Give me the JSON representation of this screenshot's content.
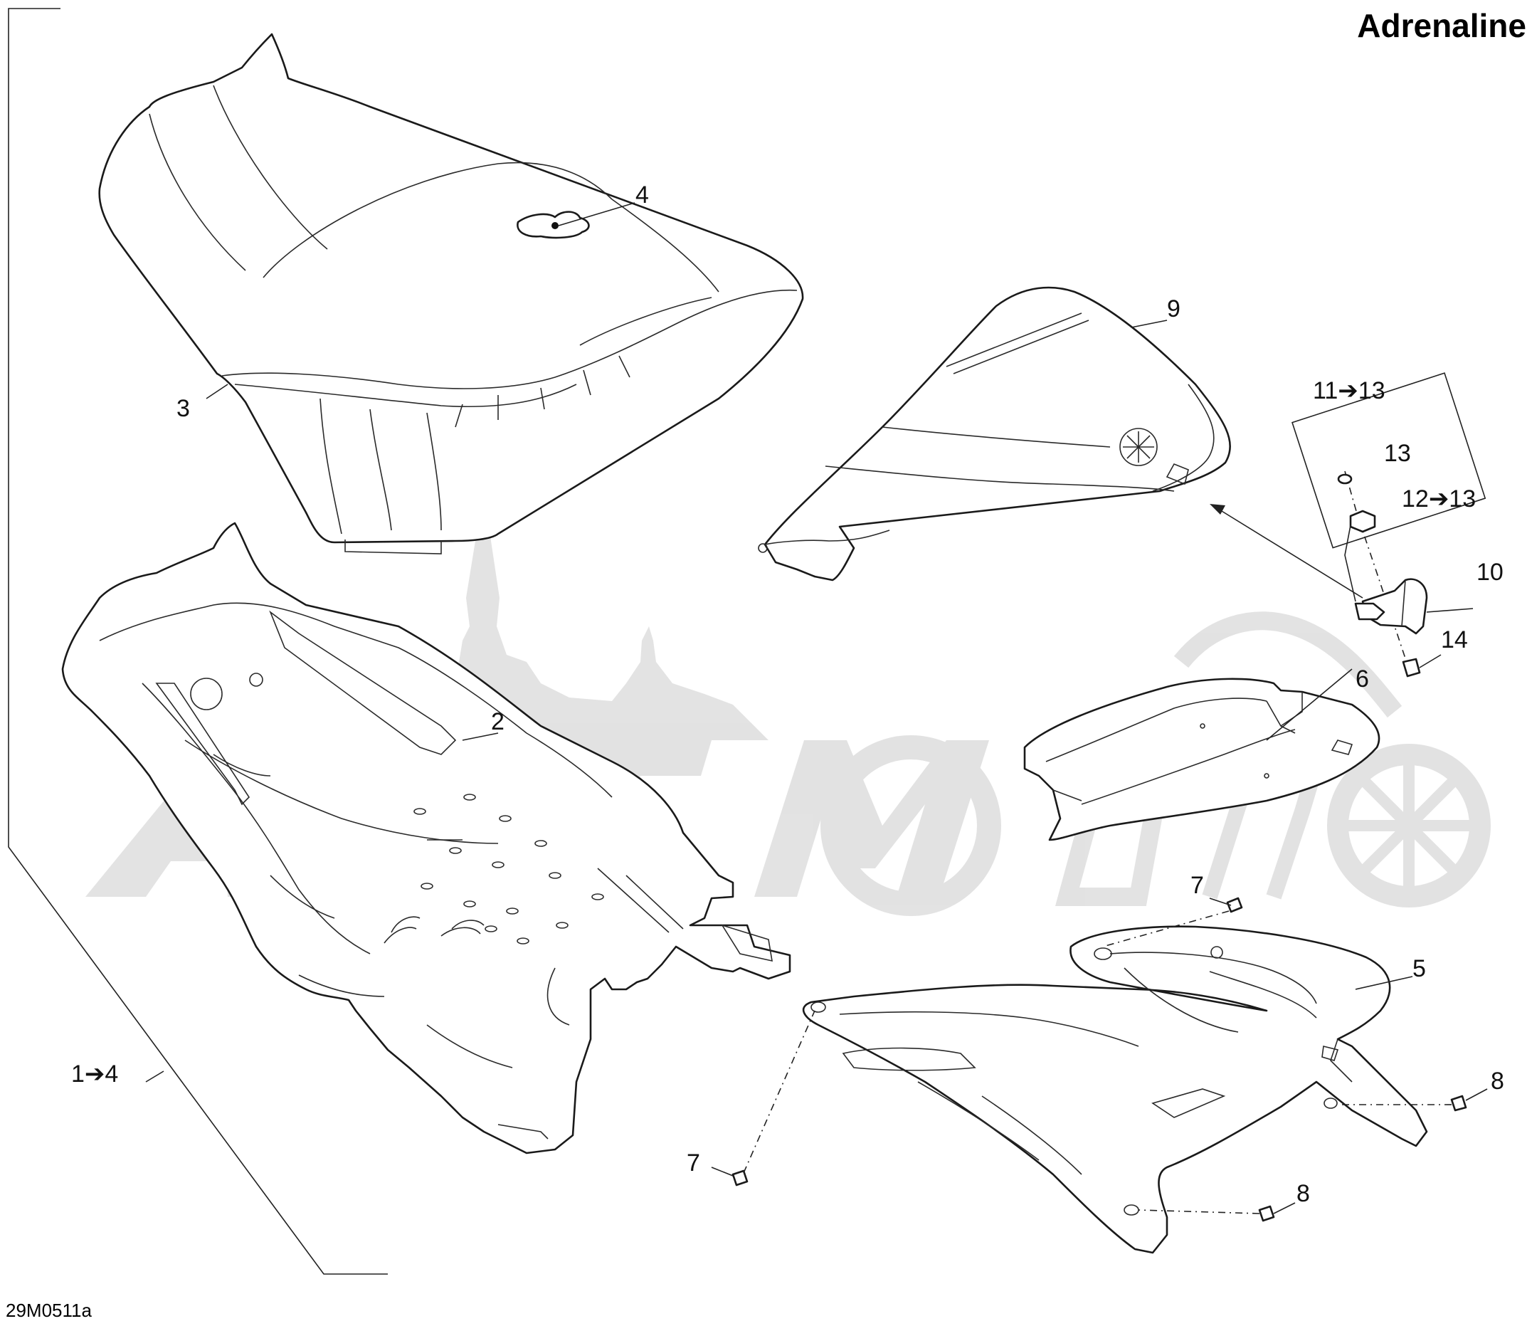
{
  "diagram": {
    "title": "Adrenaline",
    "drawing_code": "29M0511a",
    "callouts": [
      {
        "id": "c1",
        "label": "1➔4"
      },
      {
        "id": "c2",
        "label": "2"
      },
      {
        "id": "c3",
        "label": "3"
      },
      {
        "id": "c4",
        "label": "4"
      },
      {
        "id": "c5",
        "label": "5"
      },
      {
        "id": "c6",
        "label": "6"
      },
      {
        "id": "c7a",
        "label": "7"
      },
      {
        "id": "c7b",
        "label": "7"
      },
      {
        "id": "c8a",
        "label": "8"
      },
      {
        "id": "c8b",
        "label": "8"
      },
      {
        "id": "c9",
        "label": "9"
      },
      {
        "id": "c10",
        "label": "10"
      },
      {
        "id": "c11",
        "label": "11➔13"
      },
      {
        "id": "c12",
        "label": "12➔13"
      },
      {
        "id": "c13",
        "label": "13"
      },
      {
        "id": "c14",
        "label": "14"
      }
    ],
    "parts": [
      {
        "id": "seat-base",
        "icon": "seat-base-icon"
      },
      {
        "id": "seat-cushion",
        "icon": "seat-cushion-icon"
      },
      {
        "id": "passenger-cover",
        "icon": "passenger-cover-icon"
      },
      {
        "id": "side-panel",
        "icon": "side-panel-icon"
      },
      {
        "id": "storage-tray",
        "icon": "storage-tray-icon"
      },
      {
        "id": "latch",
        "icon": "latch-icon"
      }
    ]
  }
}
